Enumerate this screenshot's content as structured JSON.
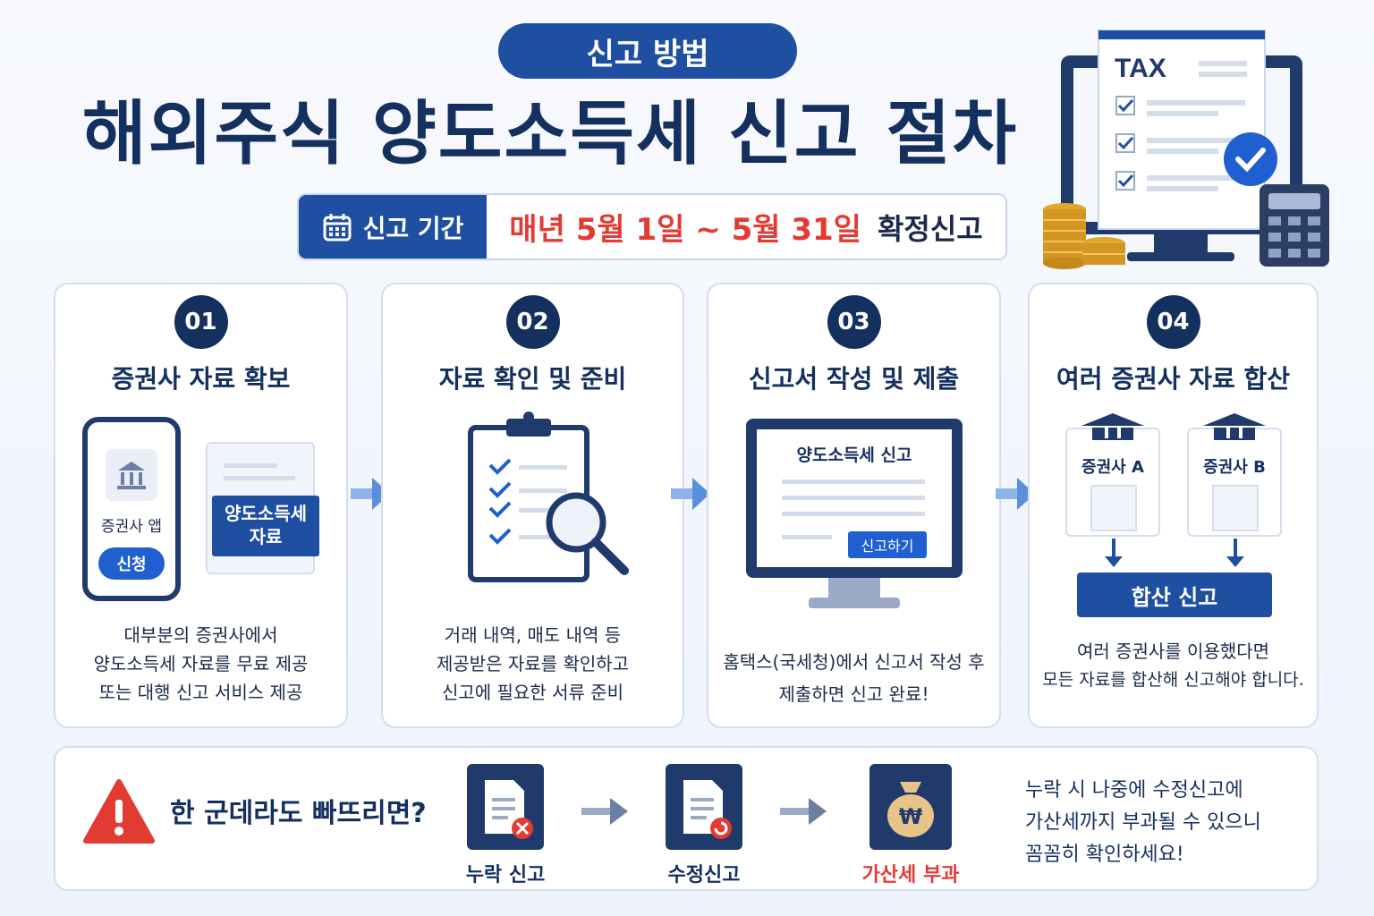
{
  "header": {
    "badge": "신고 방법",
    "title": "해외주식 양도소득세 신고 절차",
    "period_label": "신고 기간",
    "period_date": "매년 5월 1일 ~ 5월 31일",
    "period_suffix": "확정신고"
  },
  "hero_illustration": {
    "tax_label": "TAX",
    "icons": [
      "monitor-icon",
      "checklist-icon",
      "check-circle-icon",
      "coins-icon",
      "calculator-icon"
    ]
  },
  "steps": [
    {
      "num": "01",
      "title": "증권사 자료 확보",
      "phone_label": "증권사 앱",
      "phone_button": "신청",
      "doc_label": "양도소득세\n자료",
      "doc_label_1": "양도소득세",
      "doc_label_2": "자료",
      "desc": [
        "대부분의 증권사에서",
        "양도소득세 자료를 무료 제공",
        "또는 대행 신고 서비스 제공"
      ]
    },
    {
      "num": "02",
      "title": "자료 확인 및 준비",
      "desc": [
        "거래 내역, 매도 내역 등",
        "제공받은 자료를 확인하고",
        "신고에 필요한 서류 준비"
      ]
    },
    {
      "num": "03",
      "title": "신고서 작성 및 제출",
      "screen_title": "양도소득세 신고",
      "screen_button": "신고하기",
      "desc": [
        "홈택스(국세청)에서 신고서 작성 후",
        "제출하면 신고 완료!"
      ]
    },
    {
      "num": "04",
      "title": "여러 증권사 자료 합산",
      "broker_a": "증권사 A",
      "broker_b": "증권사 B",
      "merge_button": "합산 신고",
      "desc": [
        "여러 증권사를 이용했다면",
        "모든 자료를 합산해 신고해야 합니다."
      ]
    }
  ],
  "warning": {
    "question": "한 군데라도 빠뜨리면?",
    "flow": [
      {
        "label": "누락 신고",
        "icon": "doc-x-icon"
      },
      {
        "label": "수정신고",
        "icon": "doc-refresh-icon"
      },
      {
        "label": "가산세 부과",
        "icon": "money-bag-icon"
      }
    ],
    "penalty_color": "#e23b34",
    "note": [
      "누락 시 나중에 수정신고에",
      "가산세까지 부과될 수 있으니",
      "꼼꼼히 확인하세요!"
    ]
  },
  "colors": {
    "navy": "#14305f",
    "blue": "#1f4fa0",
    "red": "#e23b34",
    "arrow": "#5b8fdc"
  }
}
